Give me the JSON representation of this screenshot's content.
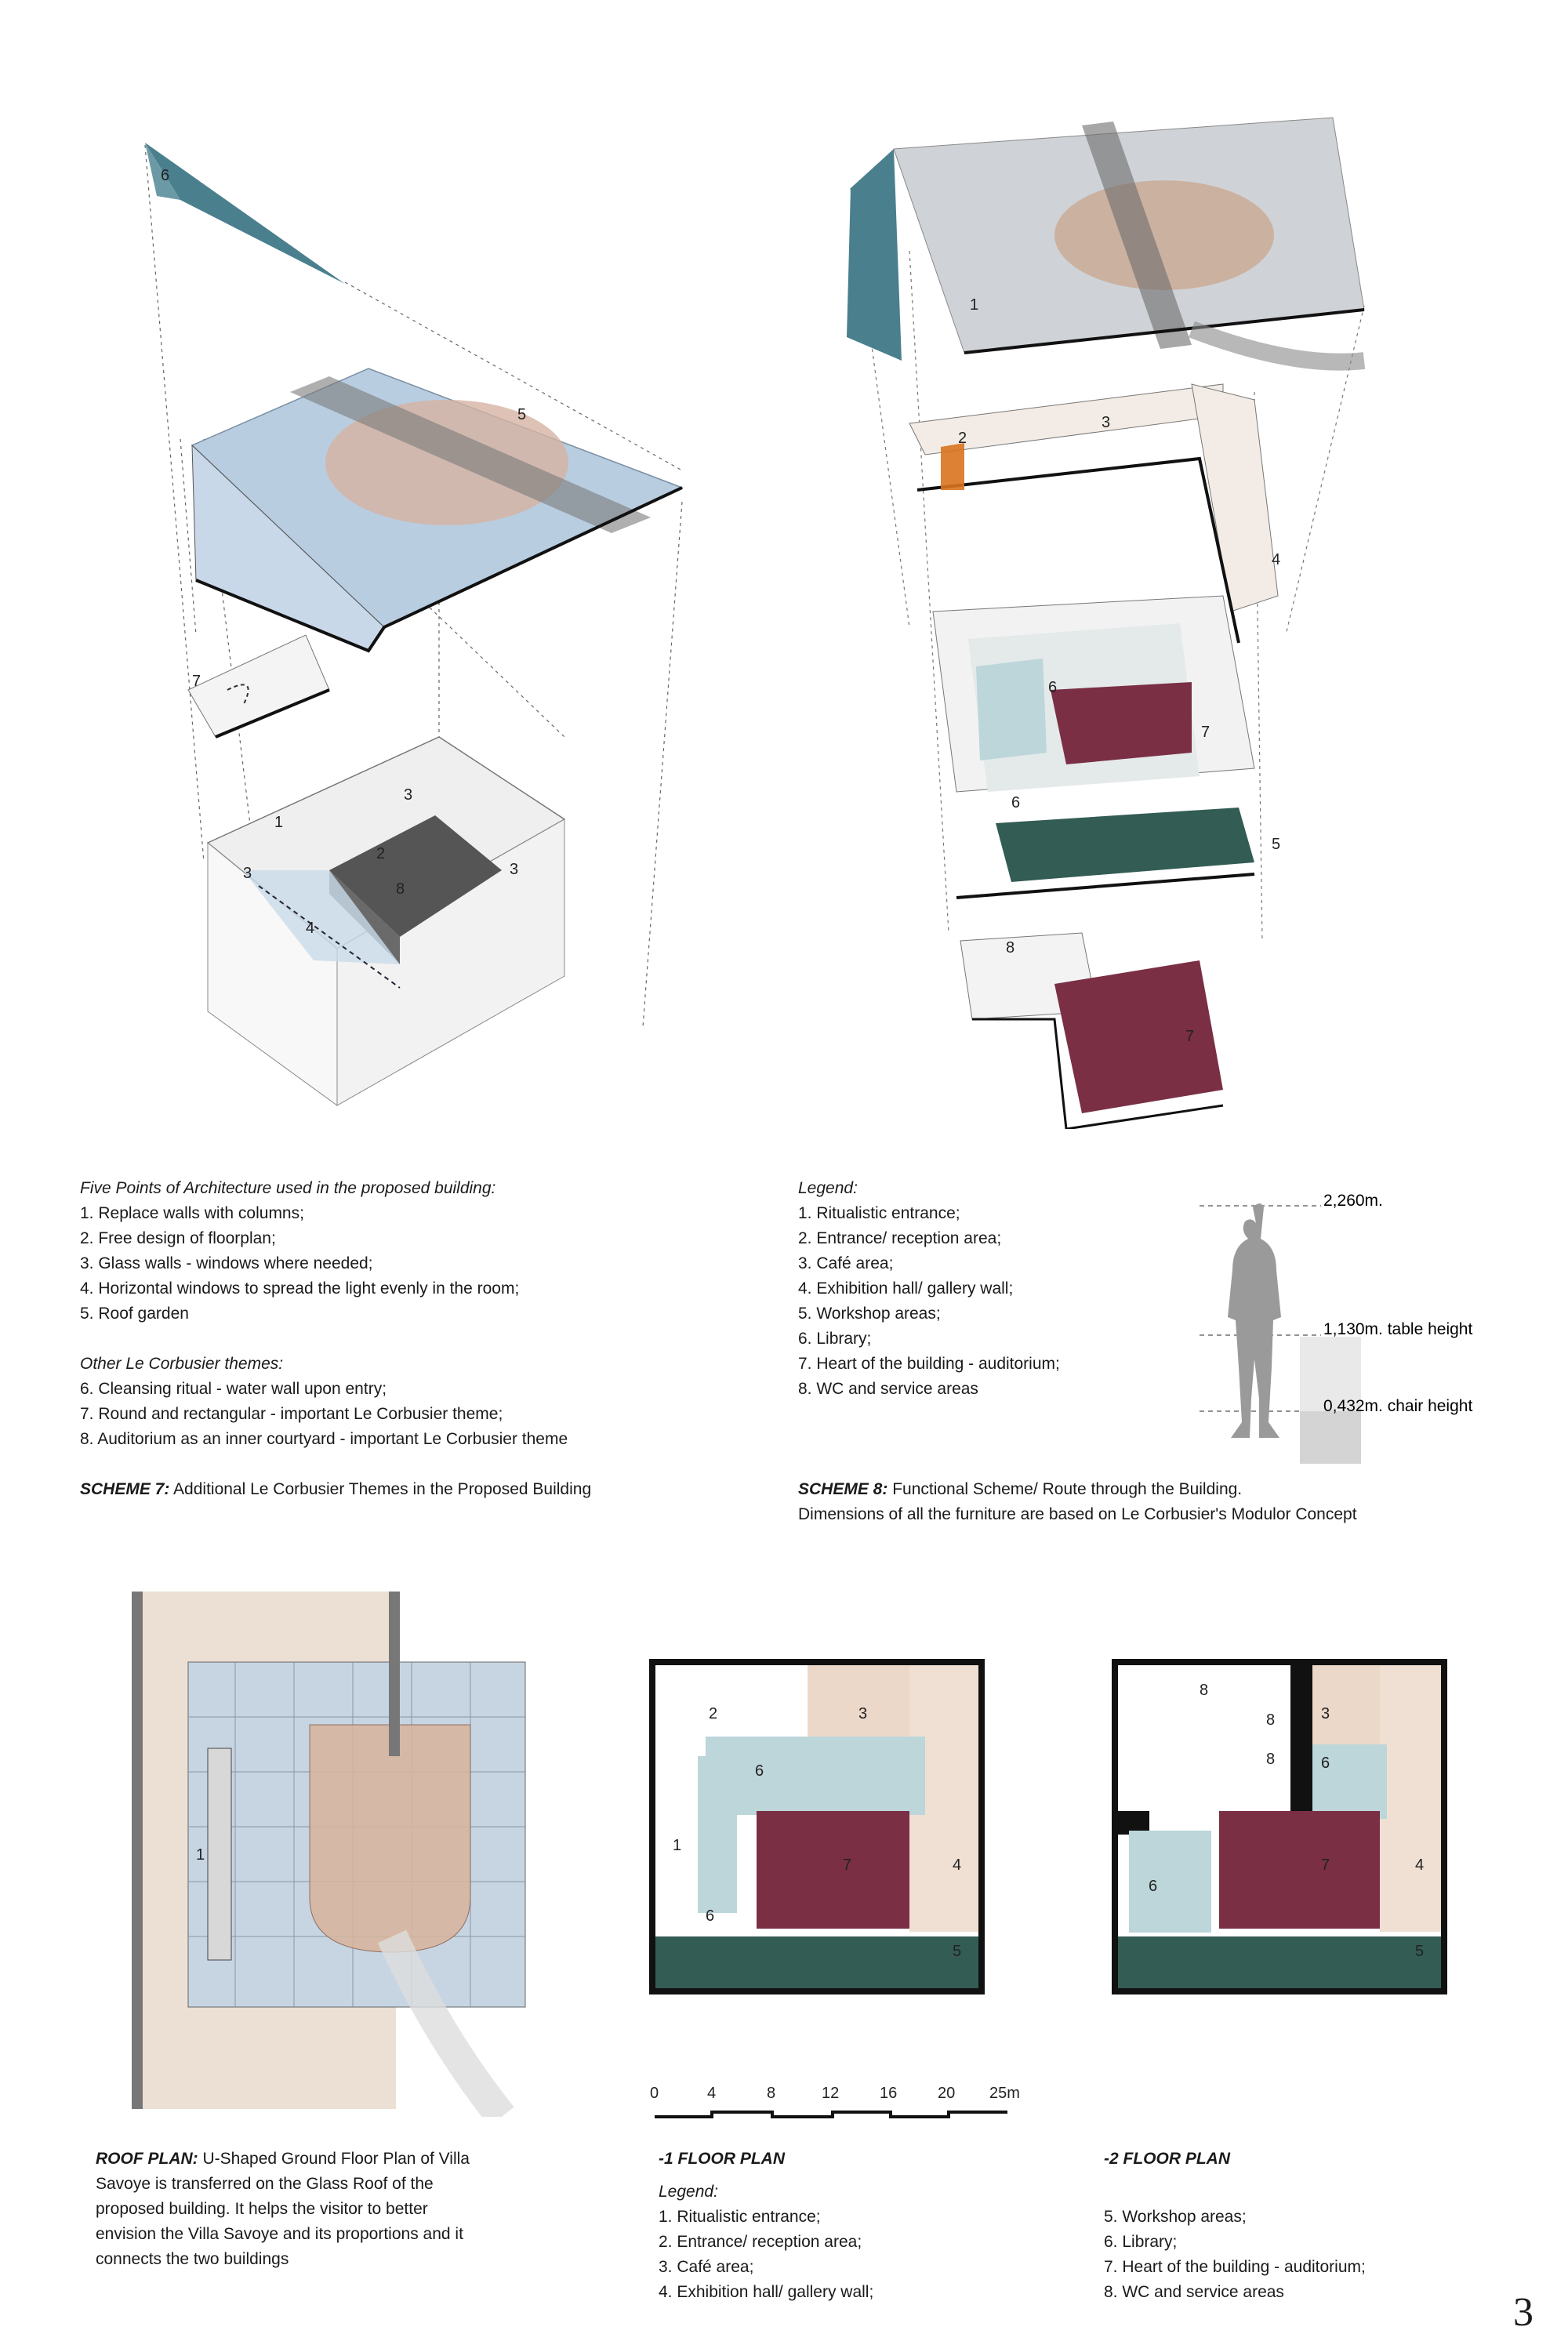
{
  "page_number": "3",
  "scheme7": {
    "points_title": "Five Points of Architecture used in the proposed building:",
    "points": [
      "1. Replace walls with columns;",
      "2. Free design of floorplan;",
      "3. Glass walls - windows where needed;",
      "4. Horizontal windows to spread the light evenly in the room;",
      "5. Roof garden"
    ],
    "other_title": "Other Le Corbusier themes:",
    "other": [
      "6. Cleansing ritual - water wall upon entry;",
      "7. Round and rectangular - important Le Corbusier theme;",
      "8. Auditorium as an inner courtyard - important Le Corbusier theme"
    ],
    "caption_bold": "SCHEME 7:",
    "caption_text": " Additional Le Corbusier Themes in the Proposed Building",
    "diagram_labels": [
      "6",
      "5",
      "7",
      "1",
      "3",
      "2",
      "8",
      "3",
      "3",
      "4"
    ]
  },
  "scheme8": {
    "legend_title": "Legend:",
    "legend": [
      "1. Ritualistic entrance;",
      "2. Entrance/ reception area;",
      "3. Café area;",
      "4. Exhibition hall/ gallery wall;",
      "5. Workshop areas;",
      "6. Library;",
      "7. Heart of the building - auditorium;",
      "8. WC and service areas"
    ],
    "caption_bold": "SCHEME 8:",
    "caption_text": " Functional Scheme/ Route through the Building.",
    "caption_line2": "Dimensions of all the furniture are based on Le Corbusier's Modulor Concept",
    "diagram_labels": [
      "1",
      "2",
      "3",
      "4",
      "6",
      "7",
      "6",
      "5",
      "8",
      "7"
    ],
    "modulor": {
      "h1": "2,260m.",
      "h2": "1,130m. table height",
      "h3": "0,432m. chair height"
    }
  },
  "roof_plan": {
    "label": "1",
    "caption_bold": "ROOF PLAN:",
    "caption_lines": [
      "U-Shaped Ground Floor Plan of Villa",
      "Savoye is transferred on the Glass Roof of the",
      "proposed building. It helps the visitor to better",
      "envision the Villa Savoye and its proportions and it",
      "connects the two buildings"
    ]
  },
  "floor_minus1": {
    "title": "-1 FLOOR PLAN",
    "labels": [
      "2",
      "3",
      "6",
      "1",
      "7",
      "4",
      "6",
      "5"
    ],
    "legend_title": "Legend:",
    "legend": [
      "1. Ritualistic entrance;",
      "2. Entrance/ reception area;",
      "3. Café area;",
      "4. Exhibition hall/ gallery wall;"
    ]
  },
  "floor_minus2": {
    "title": "-2 FLOOR PLAN",
    "labels": [
      "8",
      "8",
      "8",
      "3",
      "6",
      "7",
      "4",
      "6",
      "5"
    ],
    "legend": [
      "5. Workshop areas;",
      "6. Library;",
      "7. Heart of the building - auditorium;",
      "8. WC and service areas"
    ]
  },
  "scale_bar": {
    "ticks": [
      "0",
      "4",
      "8",
      "12",
      "16",
      "20",
      "25m"
    ]
  },
  "colors": {
    "glass_blue": "#b9cde0",
    "wood_tan": "#e3c4ae",
    "auditorium": "#7a2f45",
    "garden": "#335c54",
    "library": "#bcd6da",
    "figures": "#d9731f"
  }
}
